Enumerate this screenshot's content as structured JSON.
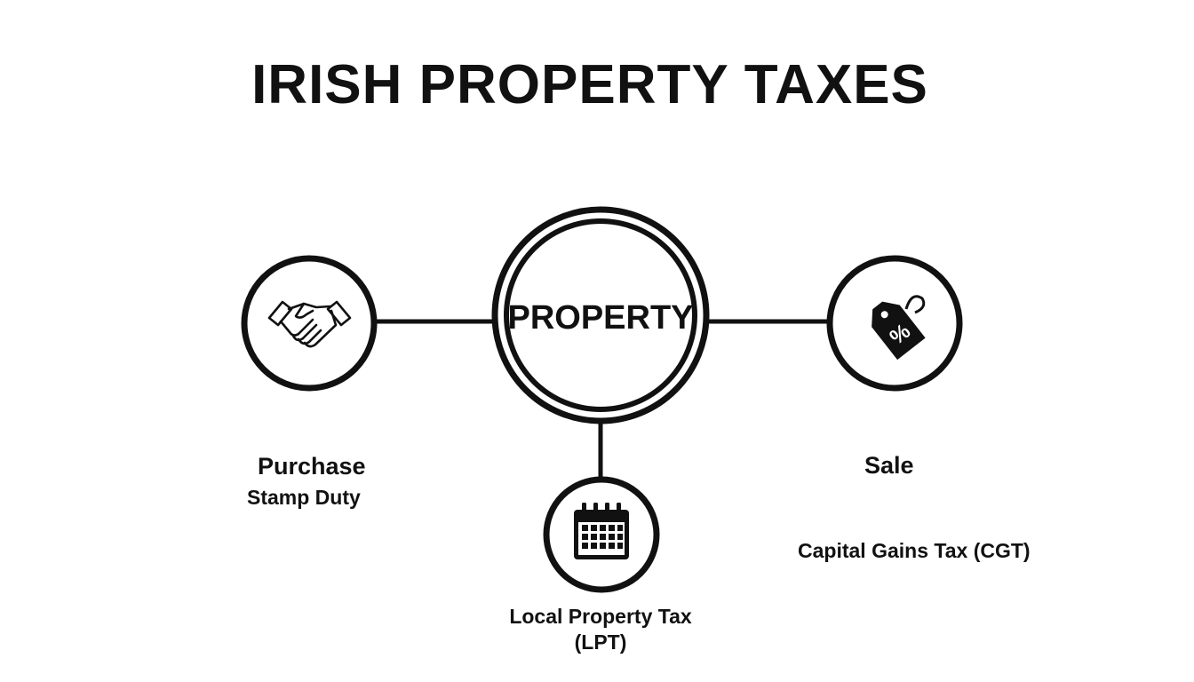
{
  "title": "IRISH PROPERTY TAXES",
  "center": {
    "label": "PROPERTY"
  },
  "nodes": {
    "purchase": {
      "heading": "Purchase",
      "tax": "Stamp Duty",
      "icon": "handshake-icon"
    },
    "sale": {
      "heading": "Sale",
      "tax": "Capital Gains Tax (CGT)",
      "icon": "percent-price-tag-icon"
    },
    "ownership": {
      "tax_line1": "Local Property Tax",
      "tax_line2": "(LPT)",
      "icon": "calendar-icon"
    }
  },
  "colors": {
    "stroke": "#111111",
    "background": "#ffffff"
  }
}
